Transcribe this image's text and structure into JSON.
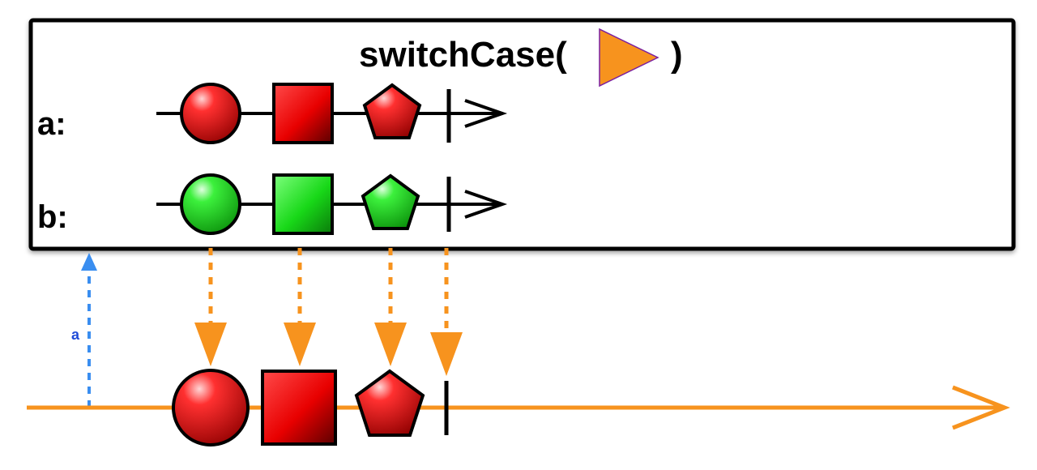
{
  "operator": {
    "name_open": "switchCase(",
    "name_close": ")",
    "selector_icon": "orange-triangle-icon"
  },
  "inputs": [
    {
      "label": "a:",
      "color": "#ff1a1a",
      "items": [
        "circle",
        "square",
        "pentagon"
      ],
      "completed": true
    },
    {
      "label": "b:",
      "color": "#1ee61e",
      "items": [
        "circle",
        "square",
        "pentagon"
      ],
      "completed": true
    }
  ],
  "selector_emission": {
    "label": "a",
    "color": "#3a8ef0"
  },
  "output": {
    "color": "#ff1a1a",
    "line_color": "#f7931e",
    "items": [
      "circle",
      "square",
      "pentagon"
    ],
    "completed": true
  },
  "colors": {
    "stream_orange": "#f7931e",
    "red": "#ff1a1a",
    "green": "#1ee61e",
    "blue": "#3a8ef0"
  }
}
